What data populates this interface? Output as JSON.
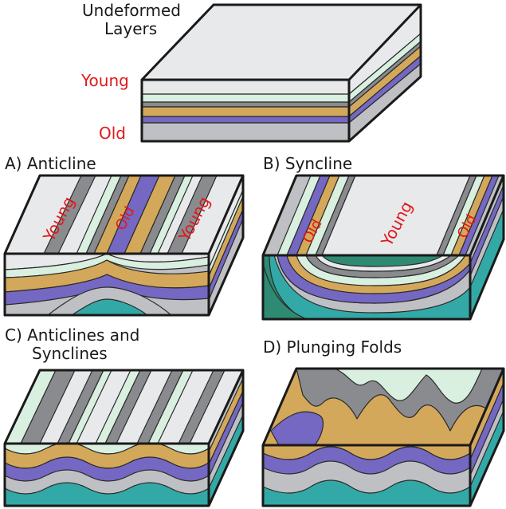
{
  "labels": {
    "undeformed_line1": "Undeformed",
    "undeformed_line2": "Layers",
    "young": "Young",
    "old": "Old",
    "panel_a": "A) Anticline",
    "panel_b": "B) Syncline",
    "panel_c_line1": "C) Anticlines and",
    "panel_c_line2": "Synclines",
    "panel_d": "D) Plunging Folds"
  },
  "colors": {
    "top_surface": "#e8e9eb",
    "light_gray": "#bfc0c4",
    "dark_gray": "#8a8b8e",
    "mint": "#d9efe0",
    "tan": "#d4a85a",
    "purple": "#7468c2",
    "teal": "#33a9a7",
    "dark_teal": "#2e8a72",
    "outline": "#1a1a1a",
    "label_red": "#e0191b"
  }
}
